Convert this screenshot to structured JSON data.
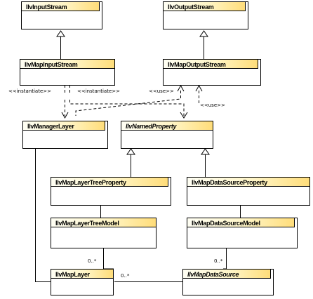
{
  "classes": {
    "ilv_input_stream": "IlvInputStream",
    "ilv_output_stream": "IlvOutputStream",
    "ilv_map_input_stream": "IlvMapInputStream",
    "ilv_map_output_stream": "IlvMapOutputStream",
    "ilv_manager_layer": "IlvManagerLayer",
    "ilv_named_property": "IlvNamedProperty",
    "ilv_map_layer_tree_property": "IlvMapLayerTreeProperty",
    "ilv_map_data_source_property": "IlvMapDataSourceProperty",
    "ilv_map_layer_tree_model": "IlvMapLayerTreeModel",
    "ilv_map_data_source_model": "IlvMapDataSourceModel",
    "ilv_map_layer": "IlvMapLayer",
    "ilv_map_data_source": "IlvMapDataSource"
  },
  "labels": {
    "instantiate_1": "<<instantiate>>",
    "instantiate_2": "<<instantiate>>",
    "use_1": "<<use>>",
    "use_2": "<<use>>",
    "mult_layer_tree_model": "0..*",
    "mult_data_source_model": "0..*",
    "mult_layer_to_source": "0..*"
  }
}
